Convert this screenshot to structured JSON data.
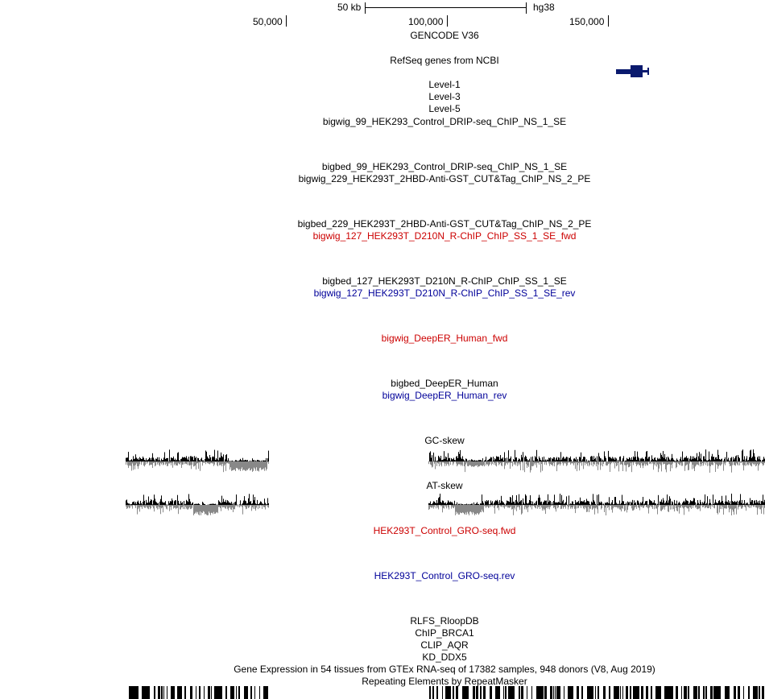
{
  "ruler": {
    "scale_label": "50 kb",
    "assembly": "hg38",
    "positions": [
      {
        "label": "50,000",
        "pos": 50000
      },
      {
        "label": "100,000",
        "pos": 100000
      },
      {
        "label": "150,000",
        "pos": 150000
      }
    ]
  },
  "tracks": {
    "gencode": "GENCODE V36",
    "refseq": "RefSeq genes from NCBI",
    "level1": "Level-1",
    "level3": "Level-3",
    "level5": "Level-5",
    "bigwig_99": "bigwig_99_HEK293_Control_DRIP-seq_ChIP_NS_1_SE",
    "bigbed_99": "bigbed_99_HEK293_Control_DRIP-seq_ChIP_NS_1_SE",
    "bigwig_229": "bigwig_229_HEK293T_2HBD-Anti-GST_CUT&Tag_ChIP_NS_2_PE",
    "bigbed_229": "bigbed_229_HEK293T_2HBD-Anti-GST_CUT&Tag_ChIP_NS_2_PE",
    "bigwig_127_fwd": "bigwig_127_HEK293T_D210N_R-ChIP_ChIP_SS_1_SE_fwd",
    "bigbed_127": "bigbed_127_HEK293T_D210N_R-ChIP_ChIP_SS_1_SE",
    "bigwig_127_rev": "bigwig_127_HEK293T_D210N_R-ChIP_ChIP_SS_1_SE_rev",
    "deeper_fwd": "bigwig_DeepER_Human_fwd",
    "deeper_bed": "bigbed_DeepER_Human",
    "deeper_rev": "bigwig_DeepER_Human_rev",
    "gc_skew": "GC-skew",
    "at_skew": "AT-skew",
    "gro_fwd": "HEK293T_Control_GRO-seq.fwd",
    "gro_rev": "HEK293T_Control_GRO-seq.rev",
    "rlfs": "RLFS_RloopDB",
    "chip_brca1": "ChIP_BRCA1",
    "clip_aqr": "CLIP_AQR",
    "kd_ddx5": "KD_DDX5",
    "gtex": "Gene Expression in 54 tissues from GTEx RNA-seq of 17382 samples, 948 donors (V8, Aug 2019)",
    "rmsk": "Repeating Elements by RepeatMasker"
  },
  "colors": {
    "label_default": "#000000",
    "label_fwd": "#cc0000",
    "label_rev": "#000099",
    "gene_feature": "#0a1a6e",
    "skew_positive": "#000000",
    "skew_negative": "#888888"
  }
}
